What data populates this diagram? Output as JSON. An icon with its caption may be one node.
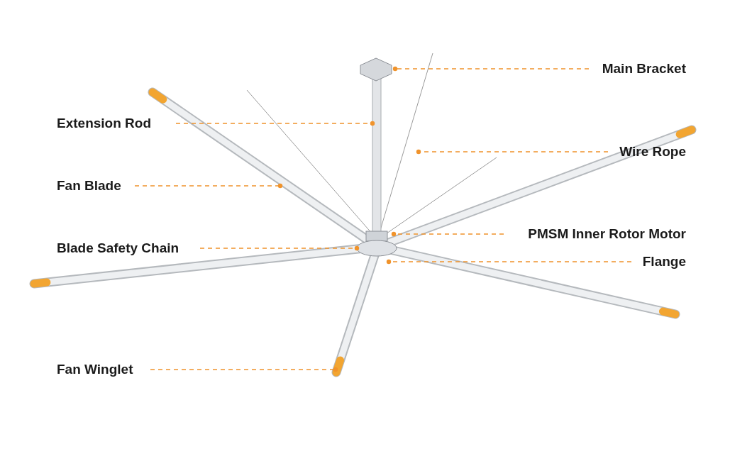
{
  "diagram": {
    "nodes": [
      {
        "text": [
          "Main Bracket"
        ]
      },
      {
        "text": [
          "Extension Rod"
        ]
      },
      {
        "text": [
          "Wire Rope"
        ]
      },
      {
        "text": [
          "Fan Blade"
        ]
      },
      {
        "text": [
          "PMSM Inner Rotor Motor"
        ]
      },
      {
        "text": [
          "Blade Safety Chain"
        ]
      },
      {
        "text": [
          "Flange"
        ]
      },
      {
        "text": [
          "Fan Winglet"
        ]
      }
    ],
    "edges": [
      {
        "from": 0,
        "to": null,
        "arrow": "other"
      },
      {
        "from": 1,
        "to": null,
        "arrow": "other"
      },
      {
        "from": 2,
        "to": null,
        "arrow": "other"
      },
      {
        "from": 3,
        "to": null,
        "arrow": "other"
      },
      {
        "from": 4,
        "to": null,
        "arrow": "other"
      },
      {
        "from": 5,
        "to": null,
        "arrow": "other"
      },
      {
        "from": 6,
        "to": null,
        "arrow": "other"
      },
      {
        "from": 7,
        "to": null,
        "arrow": "other"
      }
    ]
  }
}
